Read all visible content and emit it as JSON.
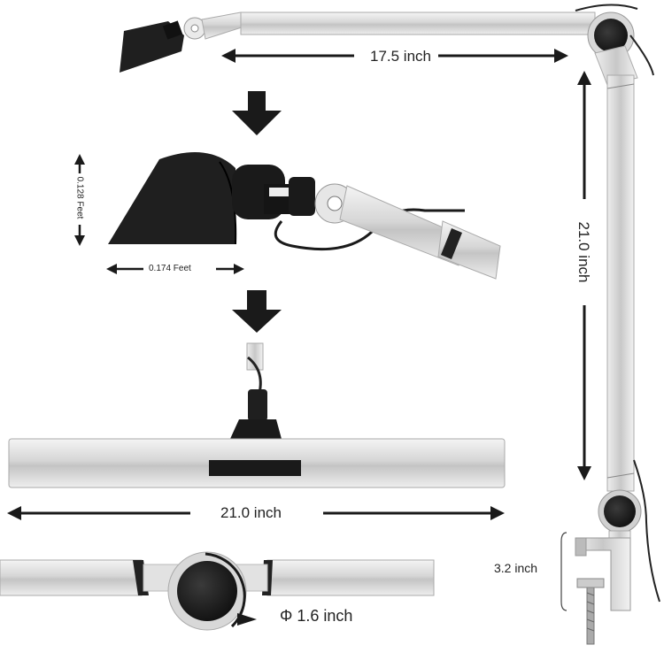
{
  "dimensions": {
    "top_arm_length": "17.5 inch",
    "vertical_arm_length": "21.0 inch",
    "shade_height": "0.128 Feet",
    "shade_width": "0.174 Feet",
    "light_bar_length": "21.0 inch",
    "clamp_height": "3.2 inch",
    "joint_diameter": "Φ 1.6 inch"
  },
  "colors": {
    "arrow": "#1a1a1a",
    "silver": "#d9d9d9",
    "black_part": "#1f1f1f"
  }
}
